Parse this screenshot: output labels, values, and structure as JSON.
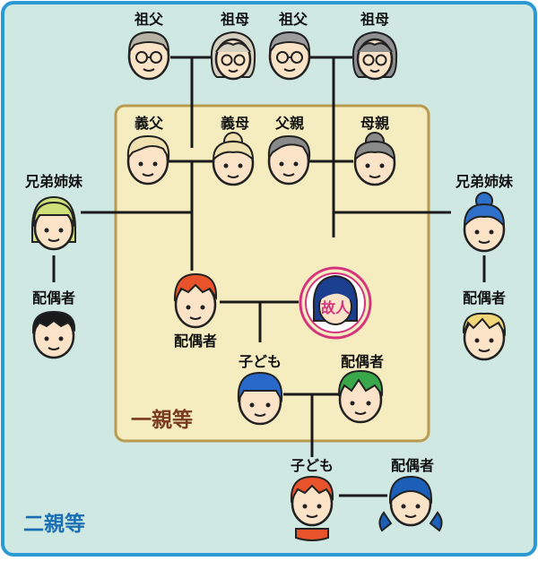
{
  "colors": {
    "outer_bg": "#cfe8e1",
    "outer_border": "#2a9ad4",
    "inner_bg": "#f5edc0",
    "inner_border": "#b89a50",
    "line": "#1a1a1a",
    "label_text": "#111111",
    "inner_label": "#7a3a1e",
    "outer_label": "#1b6fb5",
    "deceased_ring": "#d6337e",
    "deceased_text": "#d6337e"
  },
  "region_labels": {
    "first_degree": "一親等",
    "second_degree": "二親等"
  },
  "people": {
    "grandfather_left": "祖父",
    "grandmother_left": "祖母",
    "grandfather_right": "祖父",
    "grandmother_right": "祖母",
    "father_in_law": "義父",
    "mother_in_law": "義母",
    "father": "父親",
    "mother": "母親",
    "sibling_left": "兄弟姉妹",
    "sibling_left_spouse": "配偶者",
    "sibling_right": "兄弟姉妹",
    "sibling_right_spouse": "配偶者",
    "spouse": "配偶者",
    "deceased": "故人",
    "child": "子ども",
    "child_spouse": "配偶者",
    "grandchild": "子ども",
    "grandchild_spouse": "配偶者"
  }
}
